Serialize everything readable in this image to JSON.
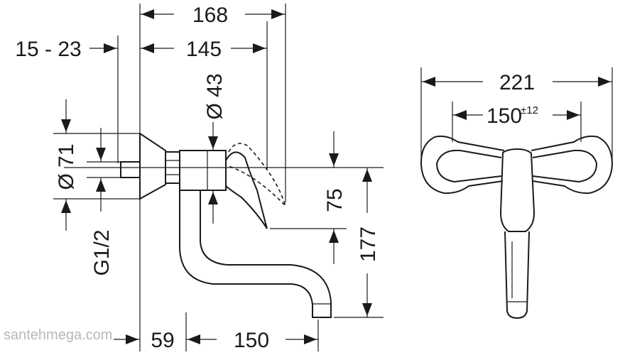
{
  "dimensions": {
    "overall_depth": "168",
    "spout_axis": "145",
    "wall_offset": "15 - 23",
    "handle_diameter": "Ø 43",
    "rosette_diameter": "Ø 71",
    "thread": "G1/2",
    "lever_height": "75",
    "outlet_height": "177",
    "spout_base": "59",
    "spout_reach": "150",
    "total_width": "221",
    "center_distance": "150",
    "center_tolerance": "±12"
  },
  "watermark": "santehmega.com"
}
